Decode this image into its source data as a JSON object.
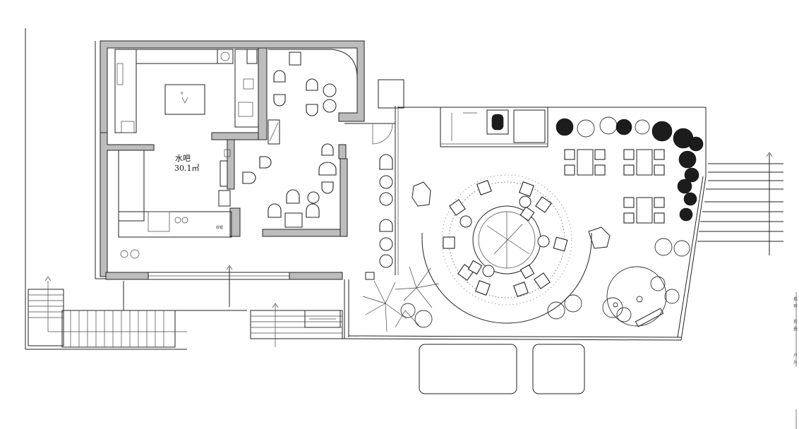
{
  "room": {
    "name": "水吧",
    "area": "30.1㎡"
  },
  "counter_label": "收银",
  "side_marks": [
    "推",
    "荐",
    "折",
    "叠",
    "户",
    "外"
  ]
}
